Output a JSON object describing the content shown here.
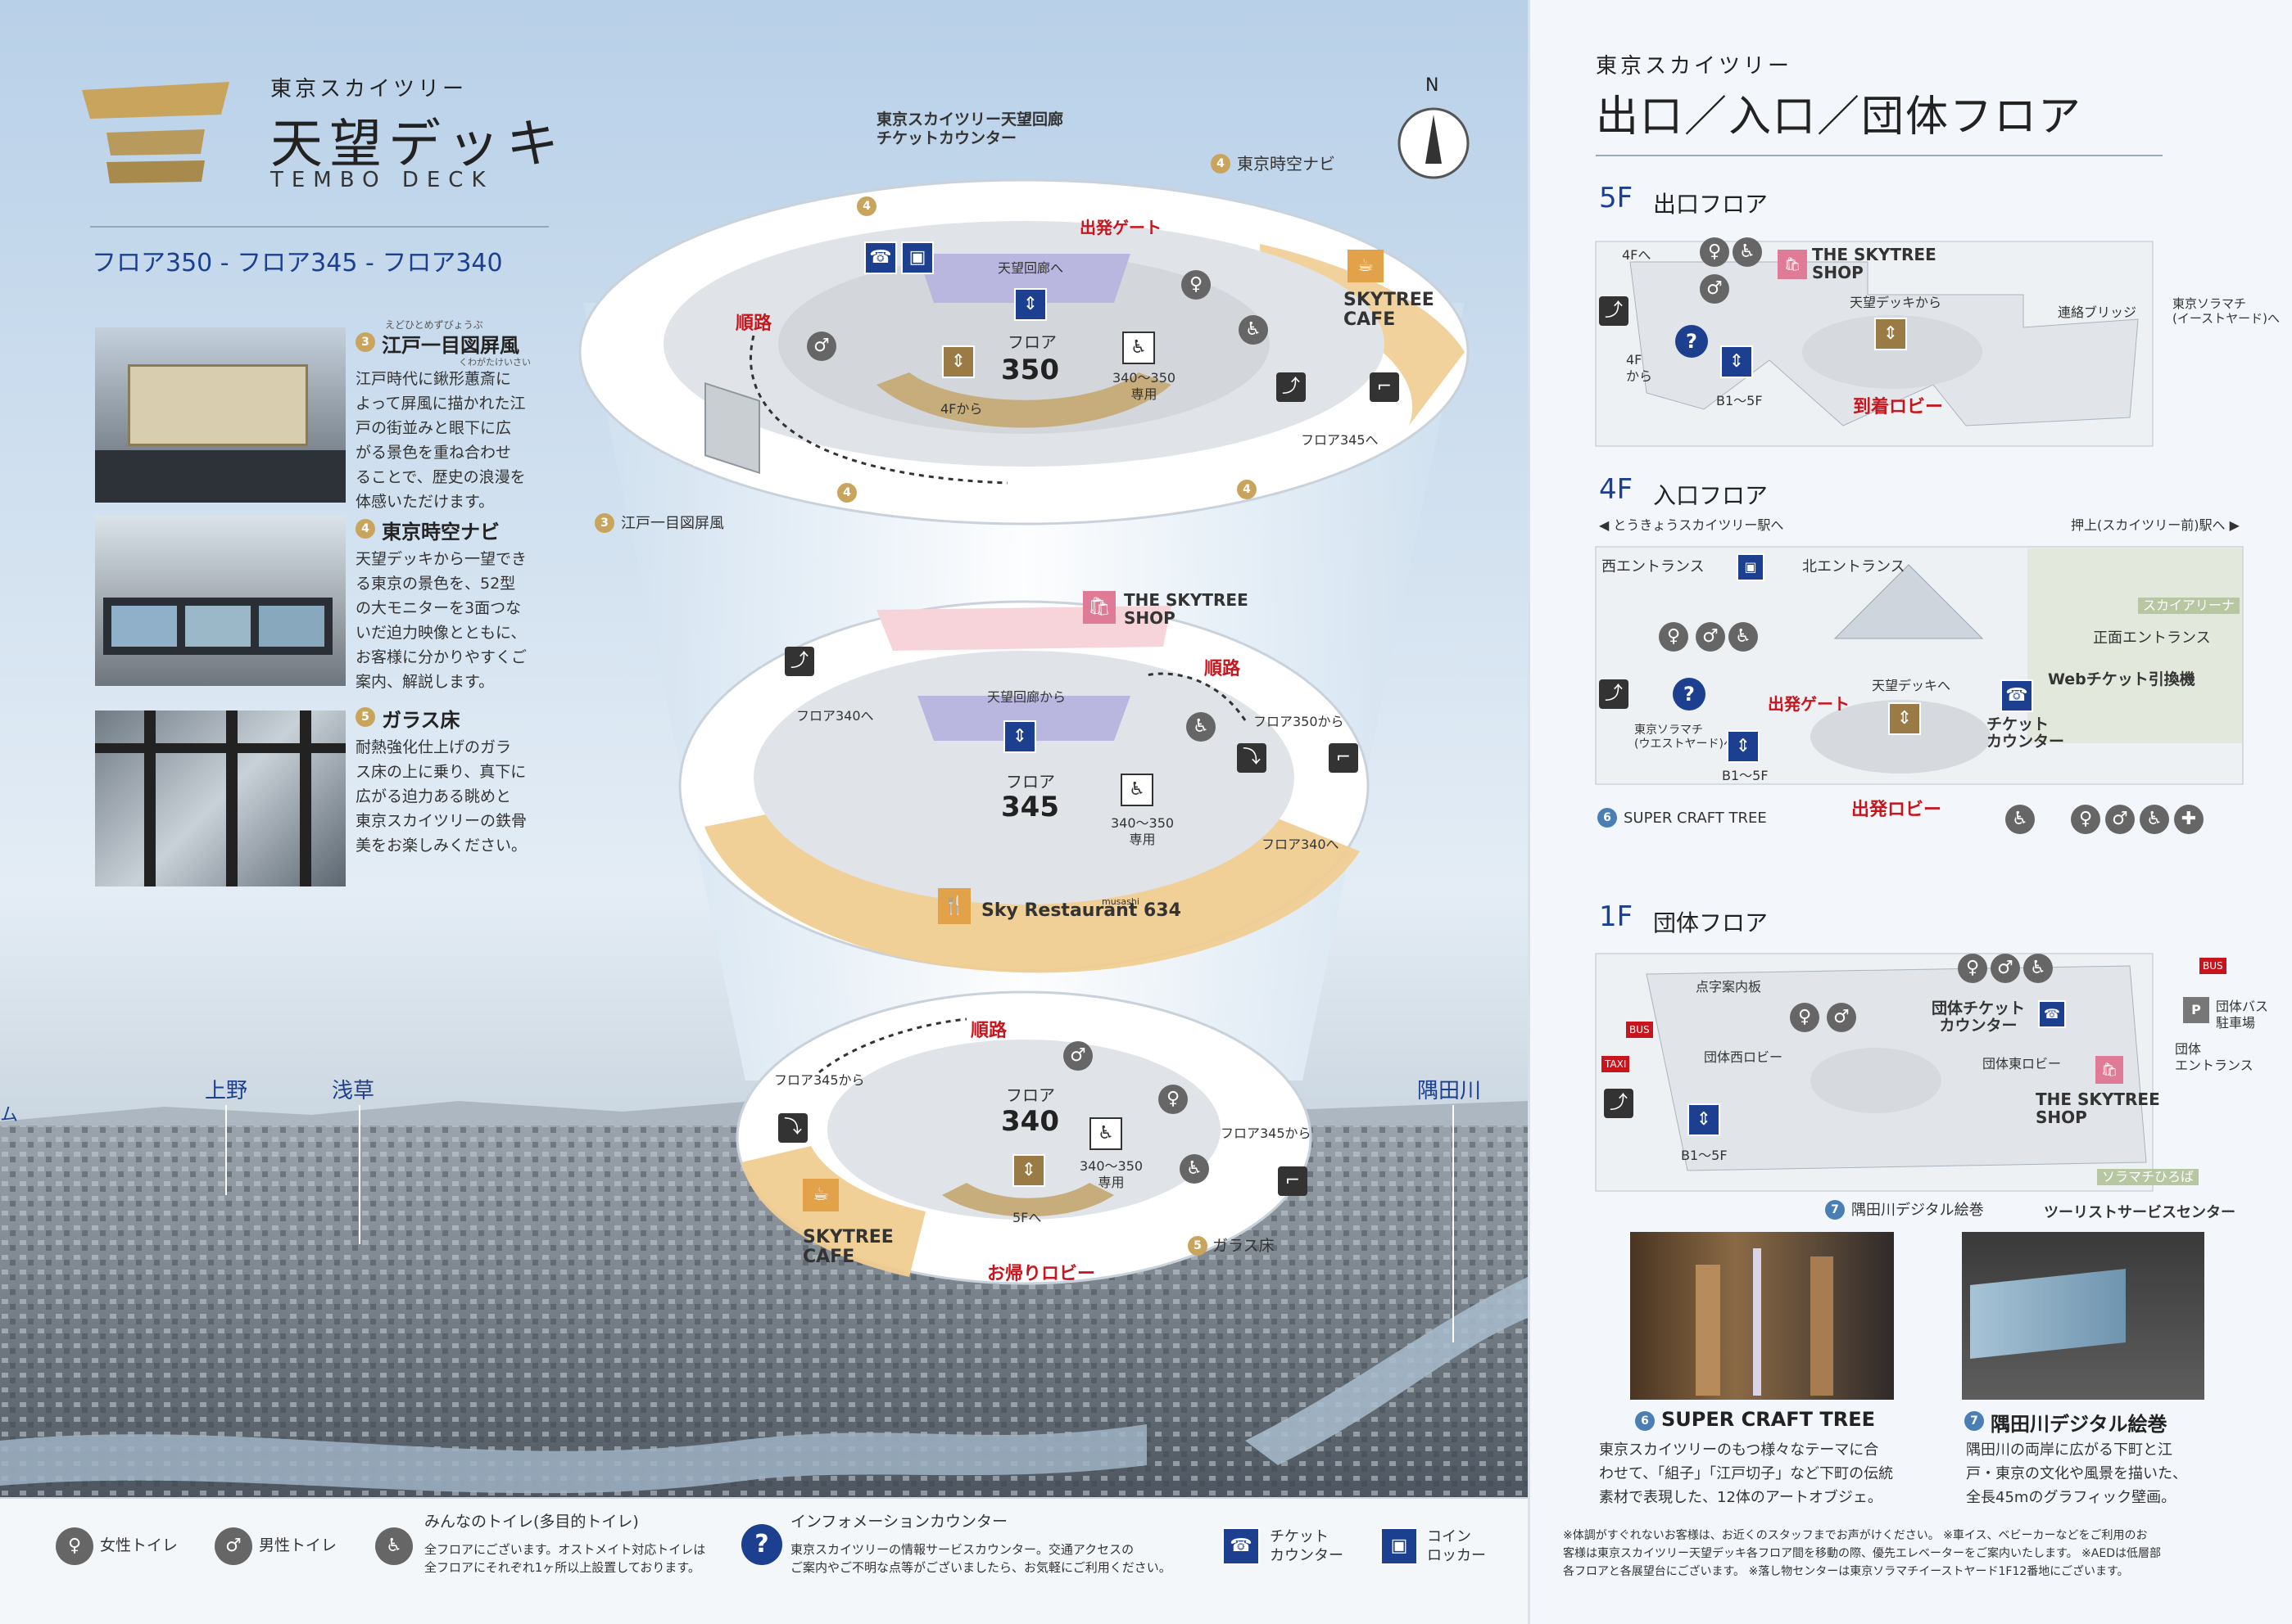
{
  "left": {
    "brand": "東京スカイツリー",
    "title": "天望デッキ",
    "title_en": "TEMBO DECK",
    "floors_line": "フロア350 - フロア345 - フロア340",
    "items": [
      {
        "num": "3",
        "ruby": "えどひとめずびょうぶ",
        "name": "江戸一目図屏風",
        "ruby2": "くわがたけいさい",
        "text": "江戸時代に鍬形蕙斎に\nよって屏風に描かれた江\n戸の街並みと眼下に広\nがる景色を重ね合わせ\nることで、歴史の浪漫を\n体感いただけます。"
      },
      {
        "num": "4",
        "name": "東京時空ナビ",
        "text": "天望デッキから一望でき\nる東京の景色を、52型\nの大モニターを3面つな\nいだ迫力映像とともに、\nお客様に分かりやすくご\n案内、解説します。"
      },
      {
        "num": "5",
        "name": "ガラス床",
        "text": "耐熱強化仕上げのガラ\nス床の上に乗り、真下に\n広がる迫力ある眺めと\n東京スカイツリーの鉄骨\n美をお楽しみください。"
      }
    ],
    "landmarks": {
      "ueno": "上野",
      "asakusa": "浅草",
      "sumida": "隅田川",
      "mu": "ム"
    }
  },
  "center": {
    "north": "N",
    "f350": {
      "floor_label": "フロア",
      "floor_num": "350",
      "ticket_counter": "東京スカイツリー天望回廊\nチケットカウンター",
      "tokyo_navi": "東京時空ナビ",
      "depart_gate": "出発ゲート",
      "to_corridor": "天望回廊へ",
      "route": "順路",
      "cafe": "SKYTREE\nCAFE",
      "from4f": "4Fから",
      "exclusive": "340～350\n専用",
      "to345": "フロア345へ",
      "byobu": "江戸一目図屏風",
      "badge3": "3",
      "badge4": "4"
    },
    "f345": {
      "floor_label": "フロア",
      "floor_num": "345",
      "shop": "THE SKYTREE\nSHOP",
      "from_corridor": "天望回廊から",
      "route": "順路",
      "to340": "フロア340へ",
      "from350": "フロア350から",
      "to340b": "フロア340へ",
      "exclusive": "340～350\n専用",
      "restaurant": "Sky Restaurant 634",
      "restaurant_small": "musashi"
    },
    "f340": {
      "floor_label": "フロア",
      "floor_num": "340",
      "route": "順路",
      "from345": "フロア345から",
      "from345b": "フロア345から",
      "exclusive": "340～350\n専用",
      "to5f": "5Fへ",
      "cafe": "SKYTREE\nCAFE",
      "glass": "ガラス床",
      "badge5": "5",
      "return_lobby": "お帰りロビー"
    }
  },
  "right": {
    "brand": "東京スカイツリー",
    "title": "出口／入口／団体フロア",
    "f5": {
      "heading_num": "5F",
      "heading": "出口フロア",
      "shop": "THE SKYTREE\nSHOP",
      "from_deck": "天望デッキから",
      "bridge": "連絡ブリッジ",
      "to_solamachi": "東京ソラマチ\n(イーストヤード)へ",
      "to4f": "4Fへ",
      "from4f": "4F\nから",
      "b1_5f": "B1～5F",
      "arrival": "到着ロビー"
    },
    "f4": {
      "heading_num": "4F",
      "heading": "入口フロア",
      "to_tokyo_skytree_st": "◀ とうきょうスカイツリー駅へ",
      "to_oshiage": "押上(スカイツリー前)駅へ ▶",
      "west": "西エントランス",
      "north": "北エントランス",
      "arena": "スカイアリーナ",
      "front": "正面エントランス",
      "web_ticket": "Webチケット引換機",
      "to_deck": "天望デッキへ",
      "depart_gate": "出発ゲート",
      "ticket": "チケット\nカウンター",
      "solamachi_west": "東京ソラマチ\n(ウエストヤード)へ",
      "b1_5f": "B1～5F",
      "depart_lobby": "出発ロビー",
      "craft_num": "6",
      "craft": "SUPER CRAFT TREE"
    },
    "f1": {
      "heading_num": "1F",
      "heading": "団体フロア",
      "braille": "点字案内板",
      "group_ticket": "団体チケット\nカウンター",
      "west_lobby": "団体西ロビー",
      "east_lobby": "団体東ロビー",
      "group_bus": "団体バス\n駐車場",
      "group_entrance": "団体\nエントランス",
      "shop": "THE SKYTREE\nSHOP",
      "b1_5f": "B1～5F",
      "solamachi_plaza": "ソラマチひろば",
      "tourist": "ツーリストサービスセンター",
      "sumida_num": "7",
      "sumida": "隅田川デジタル絵巻",
      "bus": "BUS",
      "taxi": "TAXI",
      "p": "P"
    },
    "feature6": {
      "num": "6",
      "title": "SUPER CRAFT TREE",
      "text": "東京スカイツリーのもつ様々なテーマに合\nわせて、「組子」「江戸切子」など下町の伝統\n素材で表現した、12体のアートオブジェ。"
    },
    "feature7": {
      "num": "7",
      "title": "隅田川デジタル絵巻",
      "text": "隅田川の両岸に広がる下町と江\n戸・東京の文化や風景を描いた、\n全長45mのグラフィック壁画。"
    },
    "notes": "※体調がすぐれないお客様は、お近くのスタッフまでお声がけください。 ※車イス、ベビーカーなどをご利用のお\n客様は東京スカイツリー天望デッキ各フロア間を移動の際、優先エレベーターをご案内いたします。 ※AEDは低層部\n各フロアと各展望台にございます。 ※落し物センターは東京ソラマチイーストヤード1F12番地にございます。"
  },
  "legend": {
    "female": "女性トイレ",
    "male": "男性トイレ",
    "multi_title": "みんなのトイレ(多目的トイレ)",
    "multi_text": "全フロアにございます。オストメイト対応トイレは\n全フロアにそれぞれ1ヶ所以上設置しております。",
    "info_title": "インフォメーションカウンター",
    "info_text": "東京スカイツリーの情報サービスカウンター。交通アクセスの\nご案内やご不明な点等がございましたら、お気軽にご利用ください。",
    "ticket": "チケット\nカウンター",
    "locker": "コイン\nロッカー"
  },
  "colors": {
    "navy": "#1d3f8f",
    "gold": "#b89a5c",
    "red": "#c8141c",
    "purple": "#a7a6d6",
    "cafe": "#ecc78a",
    "pink": "#f4c9d0"
  }
}
